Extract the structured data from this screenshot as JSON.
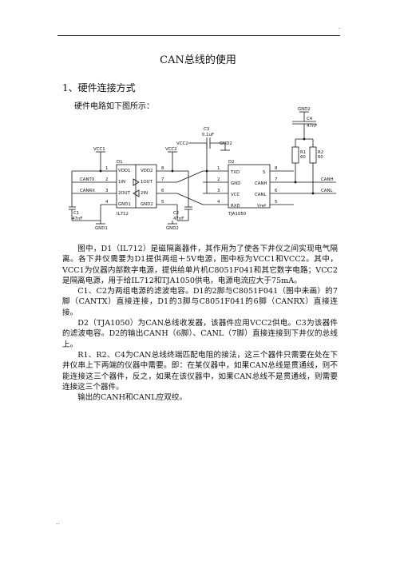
{
  "header": {
    "mark": "."
  },
  "title": "CAN总线的使用",
  "section": {
    "heading": "1、硬件连接方式",
    "intro": "硬件电路如下图所示："
  },
  "schematic": {
    "vcc1_top": "VCC1",
    "d1_ref": "D1",
    "d1_part": "IL712",
    "d1_pin_vdd1": "VDD1",
    "d1_pin_vdd2": "VDD2",
    "d1_pin_1in": "1IN",
    "d1_pin_1out": "1OUT",
    "d1_pin_2out": "2OUT",
    "d1_pin_2in": "2IN",
    "d1_pin_gnd1": "GND1",
    "d1_pin_gnd2": "GND2",
    "cantx": "CANTX",
    "canrx": "CANRX",
    "vcc2_top": "VCC2",
    "c1_ref": "C1",
    "c1_val": "47nF",
    "gnd1_bottom": "GND1",
    "c2_ref": "C2",
    "c2_val": "47nF",
    "gnd2_bottom": "GND2",
    "c3_ref": "C3",
    "c3_val": "0.1uF",
    "c3_vcc2": "VCC2",
    "c3_gnd2": "GND2",
    "d2_ref": "D2",
    "d2_part": "TJA1050",
    "d2_pin_txd": "TXD",
    "d2_pin_s": "S",
    "d2_pin_gnd": "GND",
    "d2_pin_canh": "CANH",
    "d2_pin_vcc": "VCC",
    "d2_pin_canl": "CANL",
    "d2_pin_rxd": "RXD",
    "d2_pin_vref": "Vref",
    "gnd2_top": "GND2",
    "c4_ref": "C4",
    "c4_val": "47nF",
    "r1_ref": "R1",
    "r1_val": "60",
    "r2_ref": "R2",
    "r2_val": "60",
    "out_canh": "CANH",
    "out_canl": "CANL",
    "pin_numbers": [
      "1",
      "2",
      "3",
      "4",
      "8",
      "7",
      "6",
      "5"
    ]
  },
  "paragraphs": [
    "图中，D1（IL712）是磁隔离器件，其作用为了使各下井仪之间实现电气隔离。各下井仪需要为D1提供两组＋5V电源，图中标为VCC1和VCC2。其中，VCC1为仪器内部数字电源，提供给单片机C8051F041和其它数字电路；VCC2是隔离电源，用于给IL712和TJA1050供电，电源电流应大于75mA。",
    "C1、C2为两组电源的滤波电容。D1的2脚与C8051F041（图中未画）的7脚（CANTX）直接连接，D1的3脚与C8051F041的6脚（CANRX）直接连接。",
    "D2（TJA1050）为CAN总线收发器，该器件应用VCC2供电。C3为该器件的滤波电容。D2的输出CANH（6脚）、CANL（7脚）直接连接到下井仪的总线上。",
    "R1、R2、C4为CAN总线终端匹配电阻的接法，这三个器件只需要在处在下井仪串上下两端的仪器中需要。即：在某仪器中，如果CAN总线是贯通线，则不能连接这三个器件，反之，如果在该仪器中，如果CAN总线不是贯通线，则需要连接这三个器件。",
    "输出的CANH和CANL应双绞。"
  ],
  "footer": {
    "mark": ".."
  }
}
